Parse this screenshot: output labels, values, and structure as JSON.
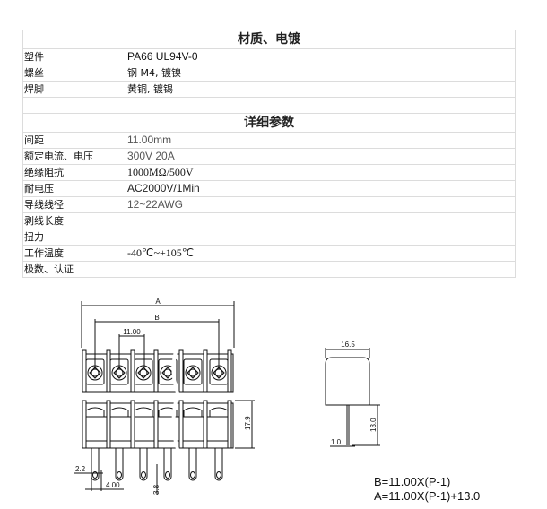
{
  "materials": {
    "title": "材质、电镀",
    "rows": [
      {
        "label": "塑件",
        "value": "PA66 UL94V-0"
      },
      {
        "label": "螺丝",
        "value": "钢  M4, 镀镍"
      },
      {
        "label": "焊脚",
        "value": "黄铜, 镀锡"
      },
      {
        "label": "",
        "value": ""
      }
    ]
  },
  "details": {
    "title": "详细参数",
    "rows": [
      {
        "label": "间距",
        "value": "11.00mm"
      },
      {
        "label": "额定电流、电压",
        "value": "300V  20A"
      },
      {
        "label": "绝缘阻抗",
        "value": "1000MΩ/500V"
      },
      {
        "label": "耐电压",
        "value": "AC2000V/1Min"
      },
      {
        "label": "导线线径",
        "value": "12~22AWG"
      },
      {
        "label": "剥线长度",
        "value": ""
      },
      {
        "label": "扭力",
        "value": ""
      },
      {
        "label": "工作温度",
        "value": "-40℃~+105℃"
      },
      {
        "label": "极数、认证",
        "value": ""
      }
    ]
  },
  "drawing": {
    "dim_a": "A",
    "dim_b": "B",
    "pitch": "11.00",
    "width": "16.5",
    "height": "17.9",
    "pin_length": "13.0",
    "pin_thickness": "1.0",
    "hole": "2.2",
    "offset": "4.00",
    "pin_tip": "3.8",
    "formula_b": "B=11.00X(P-1)",
    "formula_a": "A=11.00X(P-1)+13.0"
  }
}
